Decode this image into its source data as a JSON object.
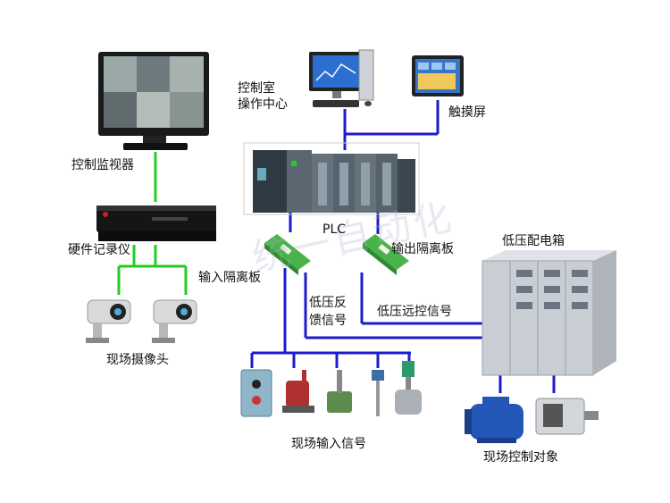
{
  "labels": {
    "monitor": "控制监视器",
    "recorder": "硬件记录仪",
    "cameras": "现场摄像头",
    "control_room_line1": "控制室",
    "control_room_line2": "操作中心",
    "touchscreen": "触摸屏",
    "plc": "PLC",
    "input_isolation": "输入隔离板",
    "output_isolation": "输出隔离板",
    "lv_feedback_line1": "低压反",
    "lv_feedback_line2": "馈信号",
    "lv_remote": "低压远控信号",
    "lv_cabinet": "低压配电箱",
    "field_input": "现场输入信号",
    "field_objects": "现场控制对象"
  },
  "watermark": "统一自动化",
  "colors": {
    "video_line": "#22cc22",
    "signal_line": "#1c1ccc",
    "cabinet": "#c9ced4",
    "plc_body": "#5a6670",
    "isolator": "#49b34a",
    "motor": "#2456b8"
  }
}
